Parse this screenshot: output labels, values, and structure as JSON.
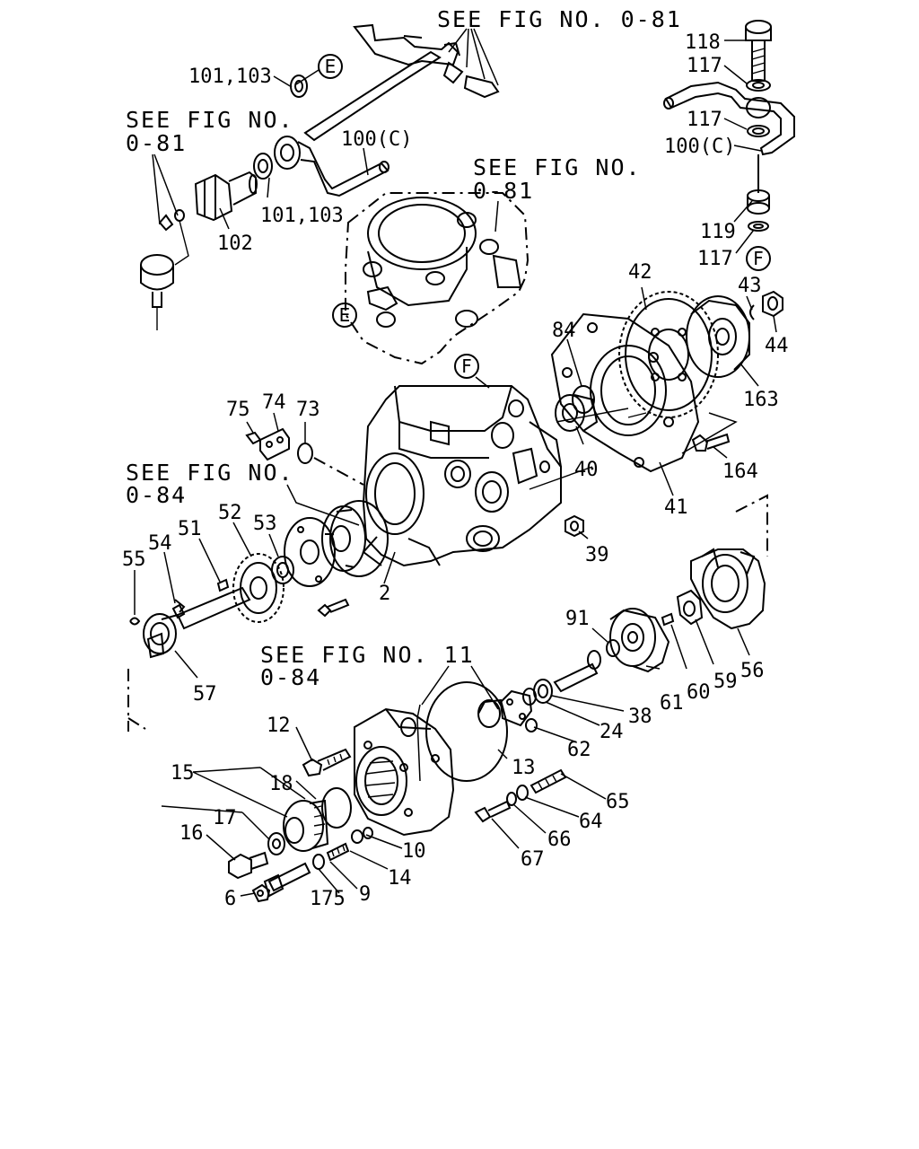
{
  "diagram": {
    "references": {
      "fig_081_top": "SEE FIG NO. 0-81",
      "fig_081_left_l1": "SEE FIG NO.",
      "fig_081_left_l2": "0-81",
      "fig_081_center_l1": "SEE FIG NO.",
      "fig_081_center_l2": "0-81",
      "fig_084_left_l1": "SEE FIG NO.",
      "fig_084_left_l2": "0-84",
      "fig_084_bottom_l1": "SEE FIG NO. 11",
      "fig_084_bottom_l2": "0-84"
    },
    "connectors": {
      "e_top": "E",
      "e_body": "E",
      "f_right": "F",
      "f_body": "F"
    },
    "callouts": {
      "p118": "118",
      "p117a": "117",
      "p117b": "117",
      "p100c_right": "100(C)",
      "p119": "119",
      "p117c": "117",
      "p101_103_top": "101,103",
      "p100c_left": "100(C)",
      "p101_103_bottom": "101,103",
      "p102": "102",
      "p42": "42",
      "p43": "43",
      "p44": "44",
      "p84": "84",
      "p163": "163",
      "p40": "40",
      "p164": "164",
      "p41": "41",
      "p39": "39",
      "p75": "75",
      "p74": "74",
      "p73": "73",
      "p52": "52",
      "p53": "53",
      "p51": "51",
      "p54": "54",
      "p55": "55",
      "p2": "2",
      "p57": "57",
      "p91": "91",
      "p56": "56",
      "p59": "59",
      "p60": "60",
      "p61": "61",
      "p38": "38",
      "p24": "24",
      "p62": "62",
      "p13": "13",
      "p12": "12",
      "p15": "15",
      "p18": "18",
      "p17": "17",
      "p16": "16",
      "p10": "10",
      "p14": "14",
      "p9": "9",
      "p175": "175",
      "p6": "6",
      "p65": "65",
      "p64": "64",
      "p66": "66",
      "p67": "67"
    }
  }
}
